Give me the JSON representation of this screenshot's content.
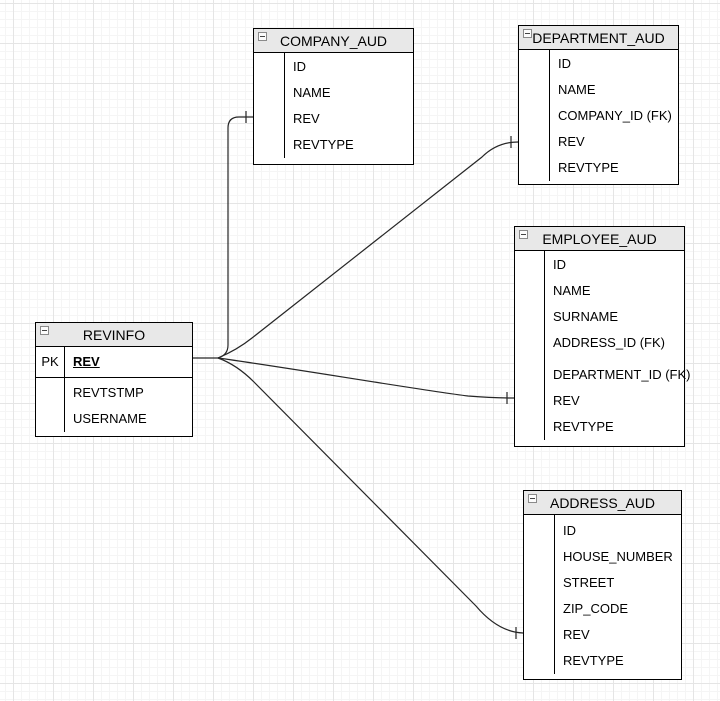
{
  "diagram": {
    "type": "entity-relationship",
    "style": {
      "background": "#ffffff",
      "grid_minor_color": "#f5f5f5",
      "grid_major_color": "#e5e5e5",
      "header_fill": "#e8e8e8",
      "border_color": "#000000",
      "line_color": "#262626",
      "text_color": "#000000",
      "collapse_icon_glyph": "minus-in-square"
    },
    "tables": [
      {
        "id": "revinfo",
        "title": "REVINFO",
        "icon": "collapse-minus-icon",
        "pk": {
          "key": "PK",
          "name": "REV"
        },
        "fields": [
          "REVTSTMP",
          "USERNAME"
        ]
      },
      {
        "id": "company_aud",
        "title": "COMPANY_AUD",
        "icon": "collapse-minus-icon",
        "fields": [
          "ID",
          "NAME",
          "REV",
          "REVTYPE"
        ]
      },
      {
        "id": "department_aud",
        "title": "DEPARTMENT_AUD",
        "icon": "collapse-minus-icon",
        "fields": [
          "ID",
          "NAME",
          "COMPANY_ID (FK)",
          "REV",
          "REVTYPE"
        ]
      },
      {
        "id": "employee_aud",
        "title": "EMPLOYEE_AUD",
        "icon": "collapse-minus-icon",
        "fields": [
          "ID",
          "NAME",
          "SURNAME",
          "ADDRESS_ID (FK)",
          "DEPARTMENT_ID (FK)",
          "REV",
          "REVTYPE"
        ]
      },
      {
        "id": "address_aud",
        "title": "ADDRESS_AUD",
        "icon": "collapse-minus-icon",
        "fields": [
          "ID",
          "HOUSE_NUMBER",
          "STREET",
          "ZIP_CODE",
          "REV",
          "REVTYPE"
        ]
      }
    ],
    "connectors": [
      {
        "from": "REVINFO.REV",
        "to": "COMPANY_AUD.REV",
        "end_marker": "one"
      },
      {
        "from": "REVINFO.REV",
        "to": "DEPARTMENT_AUD.REV",
        "end_marker": "one"
      },
      {
        "from": "REVINFO.REV",
        "to": "EMPLOYEE_AUD.REV",
        "end_marker": "one"
      },
      {
        "from": "REVINFO.REV",
        "to": "ADDRESS_AUD.REV",
        "end_marker": "one"
      }
    ]
  }
}
